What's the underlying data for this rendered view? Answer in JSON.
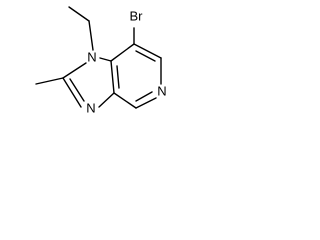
{
  "molecule": {
    "atoms": {
      "br": "Br",
      "n1": "N",
      "n3": "N",
      "n5": "N"
    }
  }
}
